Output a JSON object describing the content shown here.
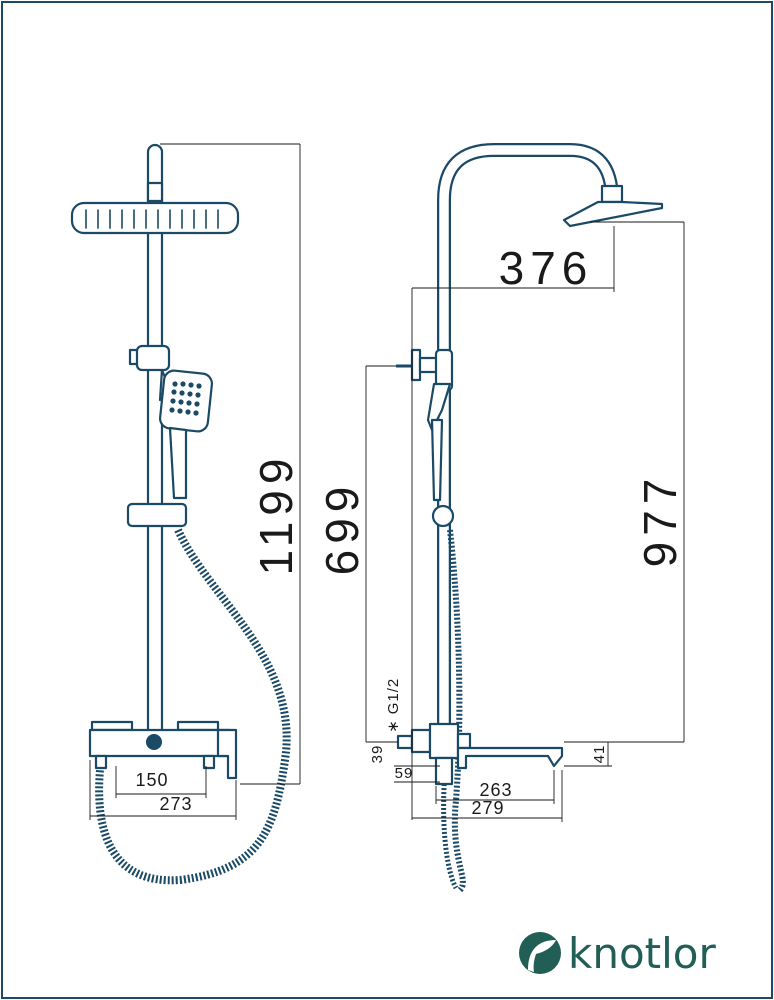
{
  "diagram": {
    "front_view": {
      "dim_total_height": "1199",
      "dim_inlet_spacing": "150",
      "dim_mixer_width": "273"
    },
    "side_view": {
      "dim_arm_reach": "376",
      "dim_showerhead_height": "977",
      "dim_outlet_height": "699",
      "dim_thread": "G1/2",
      "dim_thread_marker": "∗",
      "dim_inlet_offset": "39",
      "dim_spout_height": "41",
      "dim_wall_offset": "59",
      "dim_spout_reach": "263",
      "dim_total_depth": "279"
    }
  },
  "brand": {
    "name": "knotlor",
    "primary_color": "#215e56",
    "line_color": "#1a4a66",
    "logo_icon": "knotlor-leaf-icon"
  }
}
